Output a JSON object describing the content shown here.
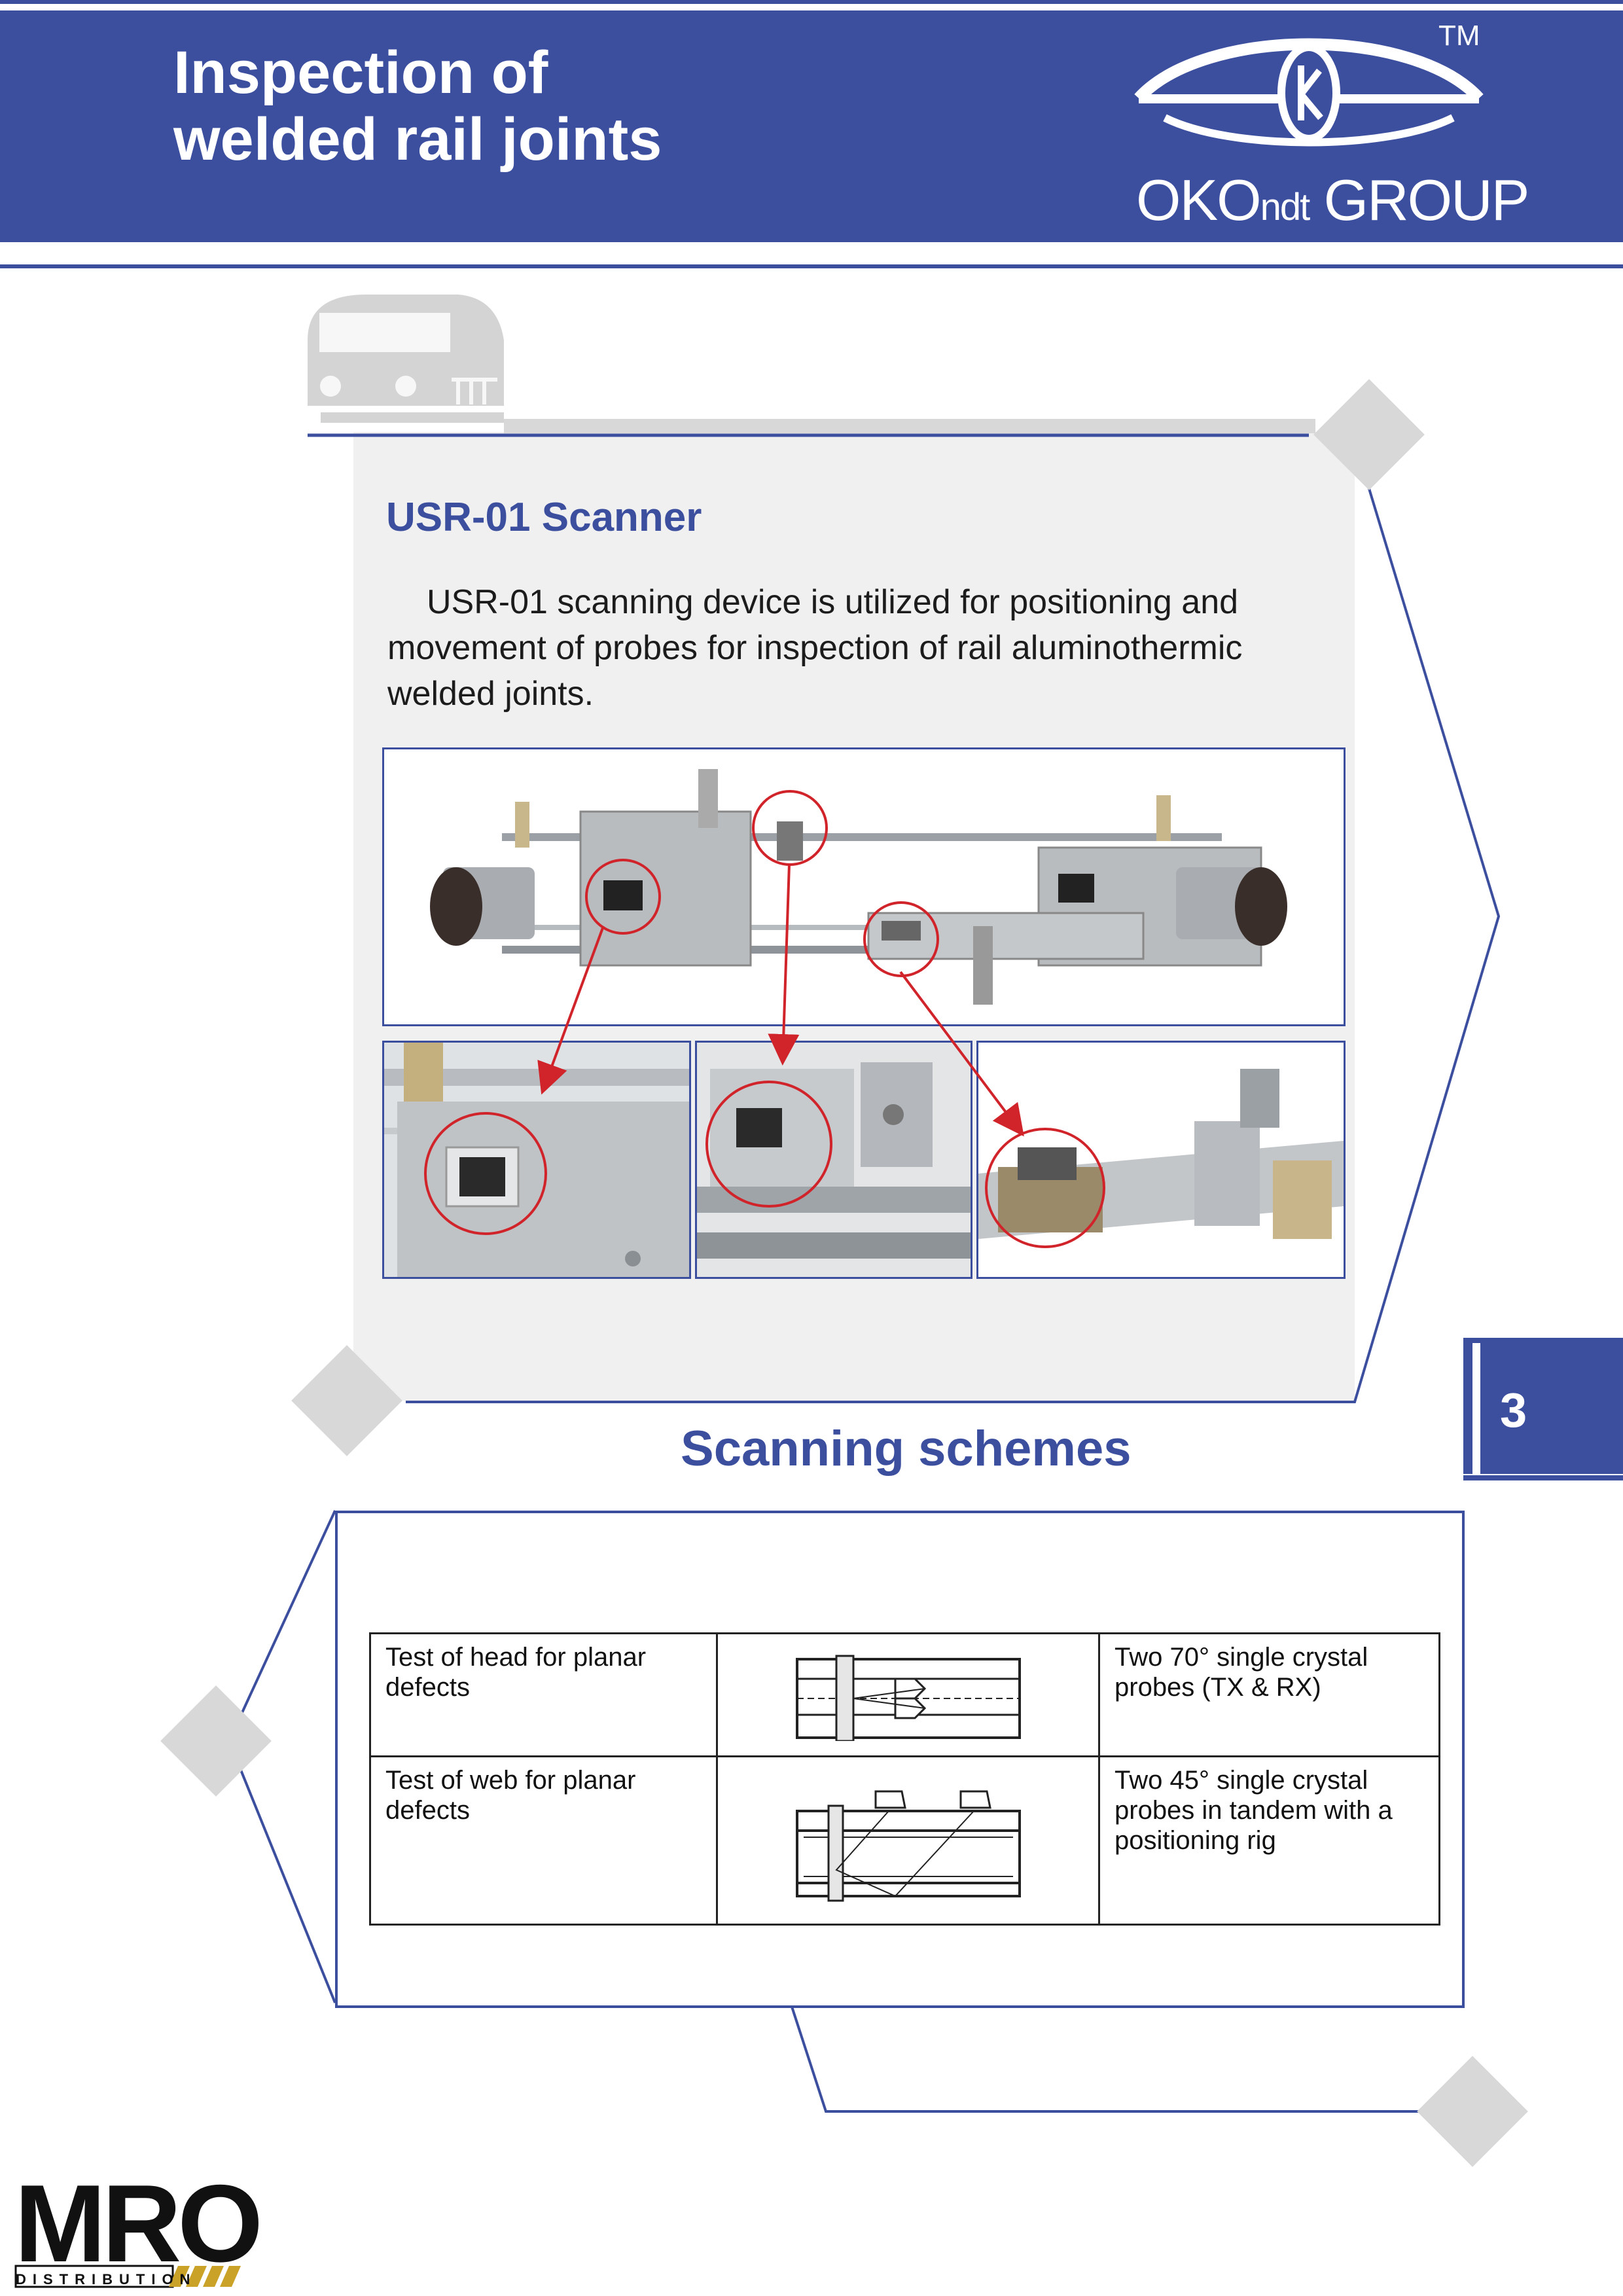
{
  "header": {
    "title_line1": "Inspection of",
    "title_line2": "welded rail joints",
    "logo": {
      "tm": "TM",
      "brand_main": "OKO",
      "brand_small": "ndt",
      "brand_tail": " GROUP",
      "icon": "eye-k-logo-icon"
    }
  },
  "section1": {
    "icon": "train-icon",
    "title": "USR-01 Scanner",
    "body": "USR-01 scanning device is utilized for positioning and movement of probes for inspection of rail aluminothermic welded joints.",
    "photos": [
      {
        "name": "scanner-overview-photo"
      },
      {
        "name": "probe-holder-detail-photo"
      },
      {
        "name": "probe-clamp-detail-photo"
      },
      {
        "name": "tandem-probe-detail-photo"
      }
    ]
  },
  "page_number": "3",
  "section2": {
    "title": "Scanning schemes",
    "rows": [
      {
        "test": "Test of head for planar defects",
        "diagram": "head-scan-diagram-icon",
        "probes": "Two 70° single crystal probes (TX & RX)"
      },
      {
        "test": "Test of web for planar defects",
        "diagram": "web-scan-diagram-icon",
        "probes": "Two 45° single crystal probes in tandem with a positioning rig"
      }
    ]
  },
  "footer": {
    "logo_main": "MRO",
    "logo_sub": "DISTRIBUTION"
  },
  "colors": {
    "brand_blue": "#3c4f9f",
    "diamond_grey": "#d8d8d8",
    "card_grey": "#f0f0f0",
    "highlight_red": "#d0232a",
    "mro_gold": "#c9a227"
  }
}
